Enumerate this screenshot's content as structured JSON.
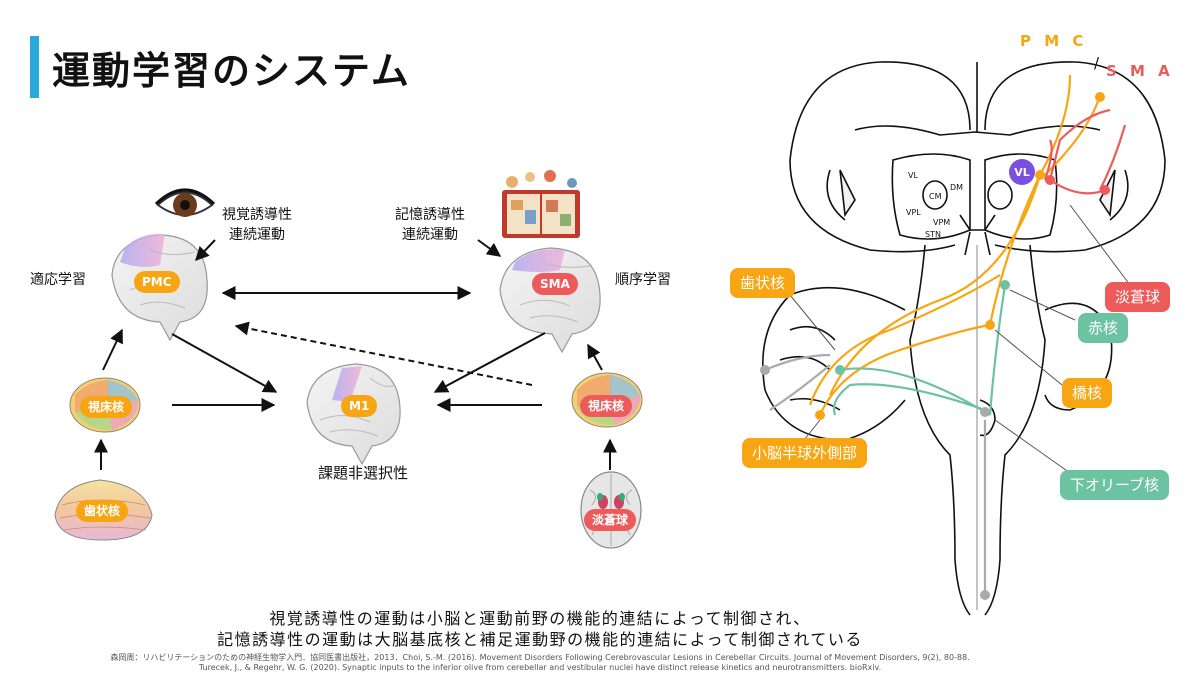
{
  "title": "運動学習のシステム",
  "left_diagram": {
    "visual_label": "視覚誘導性\n連続運動",
    "memory_label": "記憶誘導性\n連続運動",
    "adaptive_learning": "適応学習",
    "sequential_learning": "順序学習",
    "pmc": "PMC",
    "sma": "SMA",
    "m1": "M1",
    "thalamus_left": "視床核",
    "thalamus_right": "視床核",
    "dentate": "歯状核",
    "pallidum": "淡蒼球",
    "task_selectivity": "課題非選択性"
  },
  "right_diagram": {
    "pmc_label": "P M C",
    "slash": "/",
    "sma_label": "S M A",
    "nuclei": [
      "VL",
      "CM",
      "DM",
      "VPL",
      "VPM",
      "STN"
    ],
    "vl": "VL",
    "dentate_tag": "歯状核",
    "pallidum_tag": "淡蒼球",
    "red_nucleus_tag": "赤核",
    "pons_tag": "橋核",
    "cerebellum_tag": "小脳半球外側部",
    "olive_tag": "下オリーブ核"
  },
  "caption": {
    "line1": "視覚誘導性の運動は小脳と運動前野の機能的連結によって制御され、",
    "line2": "記憶誘導性の運動は大脳基底核と補足運動野の機能的連結によって制御されている"
  },
  "references": {
    "line1": "森岡周：リハビリテーションのための神経生物学入門．協同医書出版社，2013．Choi, S.-M. (2016). Movement Disorders Following Cerebrovascular Lesions in Cerebellar Circuits. Journal of Movement Disorders, 9(2), 80-88.",
    "line2": "Turecek, J., & Regehr, W. G. (2020). Synaptic inputs to the inferior olive from cerebellar and vestibular nuclei have distinct release kinetics and neurotransmitters. bioRxiv."
  },
  "colors": {
    "accent_bar": "#29a9d9",
    "orange": "#f7a512",
    "red": "#ec5a5a",
    "green": "#6cc3a1",
    "purple": "#7b4fe0"
  }
}
